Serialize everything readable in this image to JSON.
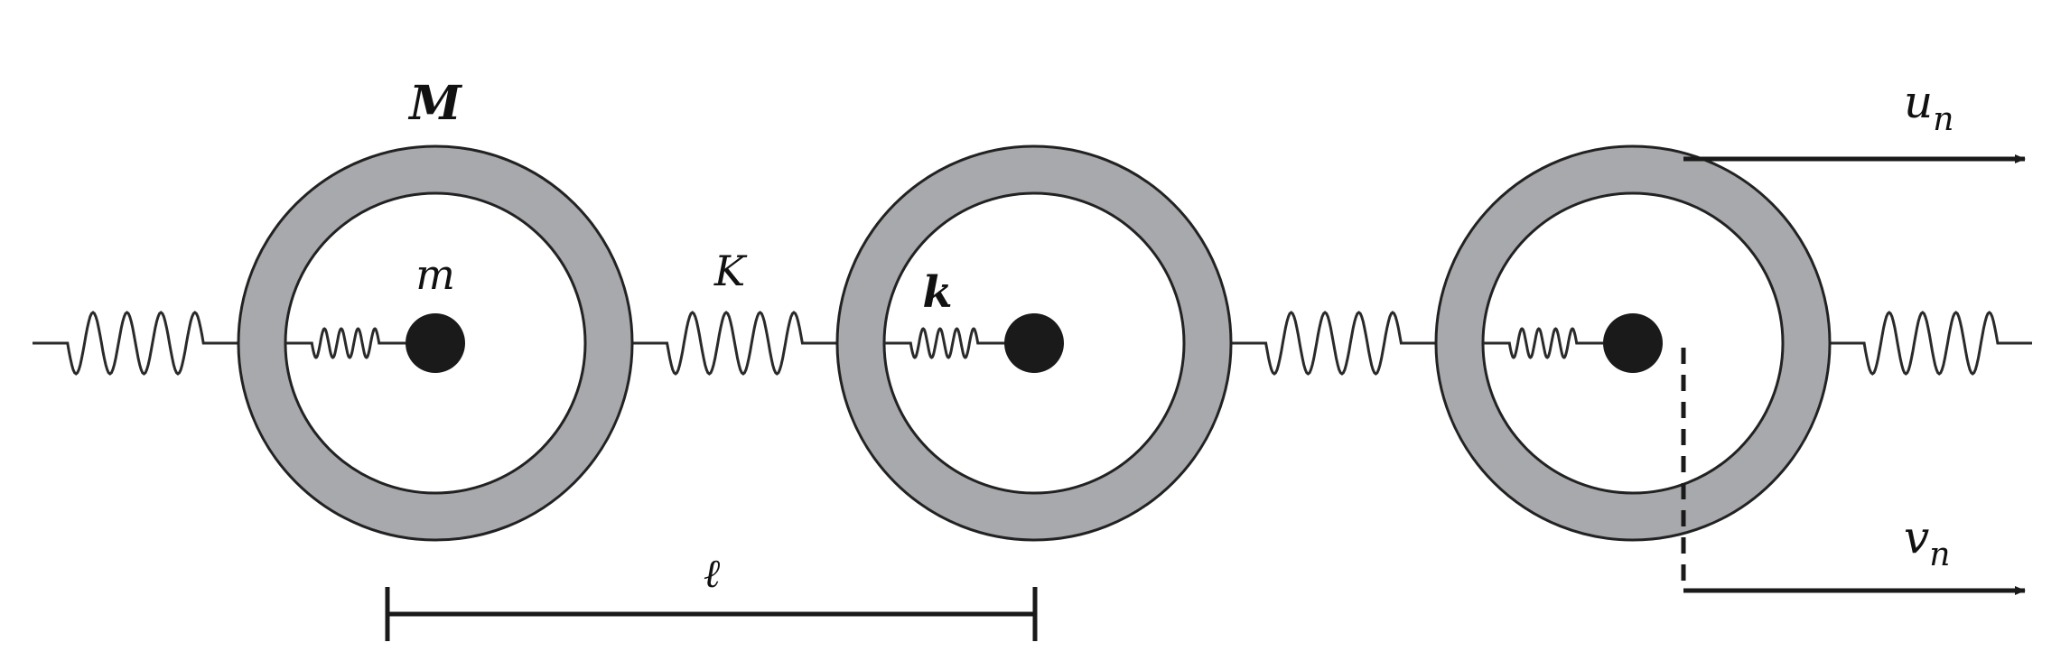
{
  "labels": {
    "outer_mass": "M",
    "inner_mass": "m",
    "outer_spring": "K",
    "inner_spring": "k",
    "spacing": "ℓ",
    "u_symbol": "u",
    "u_subscript": "n",
    "v_symbol": "v",
    "v_subscript": "n"
  },
  "colors": {
    "ring_fill": "#a7a9ac",
    "inner_fill": "#ffffff",
    "line": "#1a1a1a",
    "core": "#1a1a1a"
  },
  "units": [
    {
      "id": "unit-1"
    },
    {
      "id": "unit-2"
    },
    {
      "id": "unit-3"
    }
  ]
}
